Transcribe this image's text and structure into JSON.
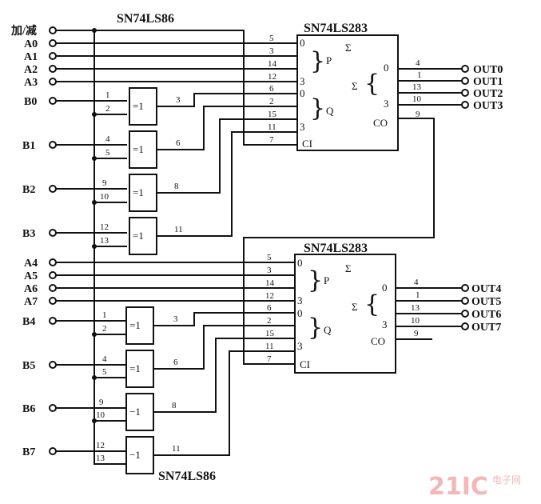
{
  "chips": {
    "xor_top_label": "SN74LS86",
    "xor_bottom_label": "SN74LS86",
    "adder_top_label": "SN74LS283",
    "adder_bottom_label": "SN74LS283"
  },
  "inputs": {
    "add_sub": "加/减",
    "a": [
      "A0",
      "A1",
      "A2",
      "A3",
      "A4",
      "A5",
      "A6",
      "A7"
    ],
    "b": [
      "B0",
      "B1",
      "B2",
      "B3",
      "B4",
      "B5",
      "B6",
      "B7"
    ]
  },
  "outputs": [
    "OUT0",
    "OUT1",
    "OUT2",
    "OUT3",
    "OUT4",
    "OUT5",
    "OUT6",
    "OUT7"
  ],
  "gate_symbols": [
    "=1",
    "=1",
    "=1",
    "=1",
    "=1",
    "=1",
    "−1",
    "−1"
  ],
  "gate_pins": [
    {
      "in1": "1",
      "in2": "2",
      "out": "3"
    },
    {
      "in1": "4",
      "in2": "5",
      "out": "6"
    },
    {
      "in1": "9",
      "in2": "10",
      "out": "8"
    },
    {
      "in1": "12",
      "in2": "13",
      "out": "11"
    }
  ],
  "adder": {
    "p_label": "P",
    "q_label": "Q",
    "sigma": "Σ",
    "co": "CO",
    "ci": "CI",
    "bit0": "0",
    "bit3": "3",
    "p_pins": [
      "5",
      "3",
      "14",
      "12"
    ],
    "q_pins": [
      "6",
      "2",
      "15",
      "11"
    ],
    "ci_pin": "7",
    "out_pins": [
      "4",
      "1",
      "13",
      "10"
    ],
    "co_pin": "9"
  },
  "watermark": {
    "main": "21IC",
    "sub": "电子网"
  }
}
